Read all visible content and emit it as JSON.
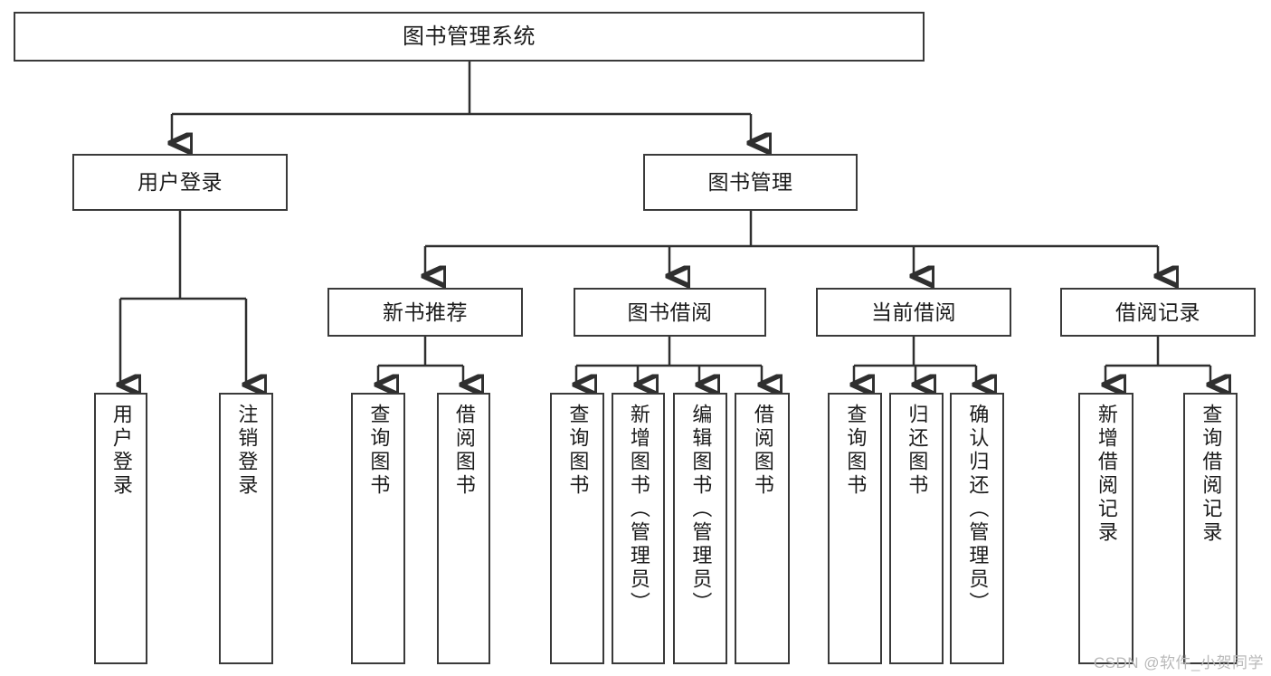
{
  "diagram": {
    "title": "图书管理系统",
    "watermark": "CSDN @软件_小贺同学",
    "stroke_color": "#2f2f2f",
    "box_fill": "#ffffff",
    "text_color": "#1b1b1b",
    "root": {
      "label": "图书管理系统"
    },
    "level1": [
      {
        "label": "用户登录"
      },
      {
        "label": "图书管理"
      }
    ],
    "level2": [
      {
        "label": "新书推荐"
      },
      {
        "label": "图书借阅"
      },
      {
        "label": "当前借阅"
      },
      {
        "label": "借阅记录"
      }
    ],
    "leaves": {
      "user_login": [
        {
          "label": "用户登录"
        },
        {
          "label": "注销登录"
        }
      ],
      "new_book": [
        {
          "label": "查询图书"
        },
        {
          "label": "借阅图书"
        }
      ],
      "book_borrow": [
        {
          "label": "查询图书"
        },
        {
          "label": "新增图书（管理员）"
        },
        {
          "label": "编辑图书（管理员）"
        },
        {
          "label": "借阅图书"
        }
      ],
      "current_borrow": [
        {
          "label": "查询图书"
        },
        {
          "label": "归还图书"
        },
        {
          "label": "确认归还（管理员）"
        }
      ],
      "borrow_record": [
        {
          "label": "新增借阅记录"
        },
        {
          "label": "查询借阅记录"
        }
      ]
    }
  }
}
